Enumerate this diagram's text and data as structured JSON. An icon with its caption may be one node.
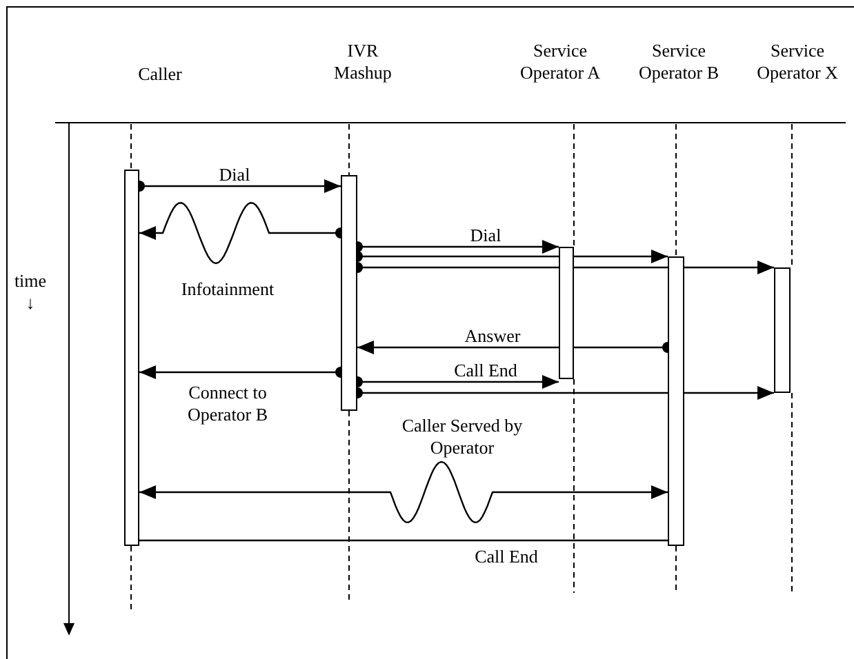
{
  "diagram": {
    "nodes": [
      {
        "text": [
          "Caller"
        ]
      },
      {
        "text": [
          "IVR Mashup"
        ]
      },
      {
        "text": [
          "Service Operator A"
        ]
      },
      {
        "text": [
          "Service Operator B"
        ]
      },
      {
        "text": [
          "Service Operator X"
        ]
      },
      {
        "text": [],
        "shape": "bar"
      },
      {
        "text": [],
        "shape": "bar"
      },
      {
        "text": [],
        "shape": "bar"
      },
      {
        "text": [],
        "shape": "bar"
      },
      {
        "text": [],
        "shape": "bar"
      }
    ],
    "edges": [
      {
        "from": 5,
        "to": 6,
        "arrow": "to",
        "label": "Dial"
      },
      {
        "from": 6,
        "to": 5,
        "arrow": "to",
        "label": "Infotainment"
      },
      {
        "from": 6,
        "to": 7,
        "arrow": "to",
        "label": "Dial"
      },
      {
        "from": 6,
        "to": 8,
        "arrow": "to"
      },
      {
        "from": 6,
        "to": 9,
        "arrow": "to"
      },
      {
        "from": 8,
        "to": 6,
        "arrow": "to",
        "label": "Answer"
      },
      {
        "from": 6,
        "to": 5,
        "arrow": "to",
        "label": "Connect to Operator B"
      },
      {
        "from": 6,
        "to": 7,
        "arrow": "to",
        "label": "Call End"
      },
      {
        "from": 6,
        "to": 9,
        "arrow": "to"
      },
      {
        "from": 5,
        "to": 8,
        "arrow": "both",
        "label": "Caller Served by Operator"
      },
      {
        "from": 5,
        "to": 8,
        "arrow": "other",
        "label": "Call End"
      }
    ],
    "labels": [
      "time ↓"
    ]
  }
}
